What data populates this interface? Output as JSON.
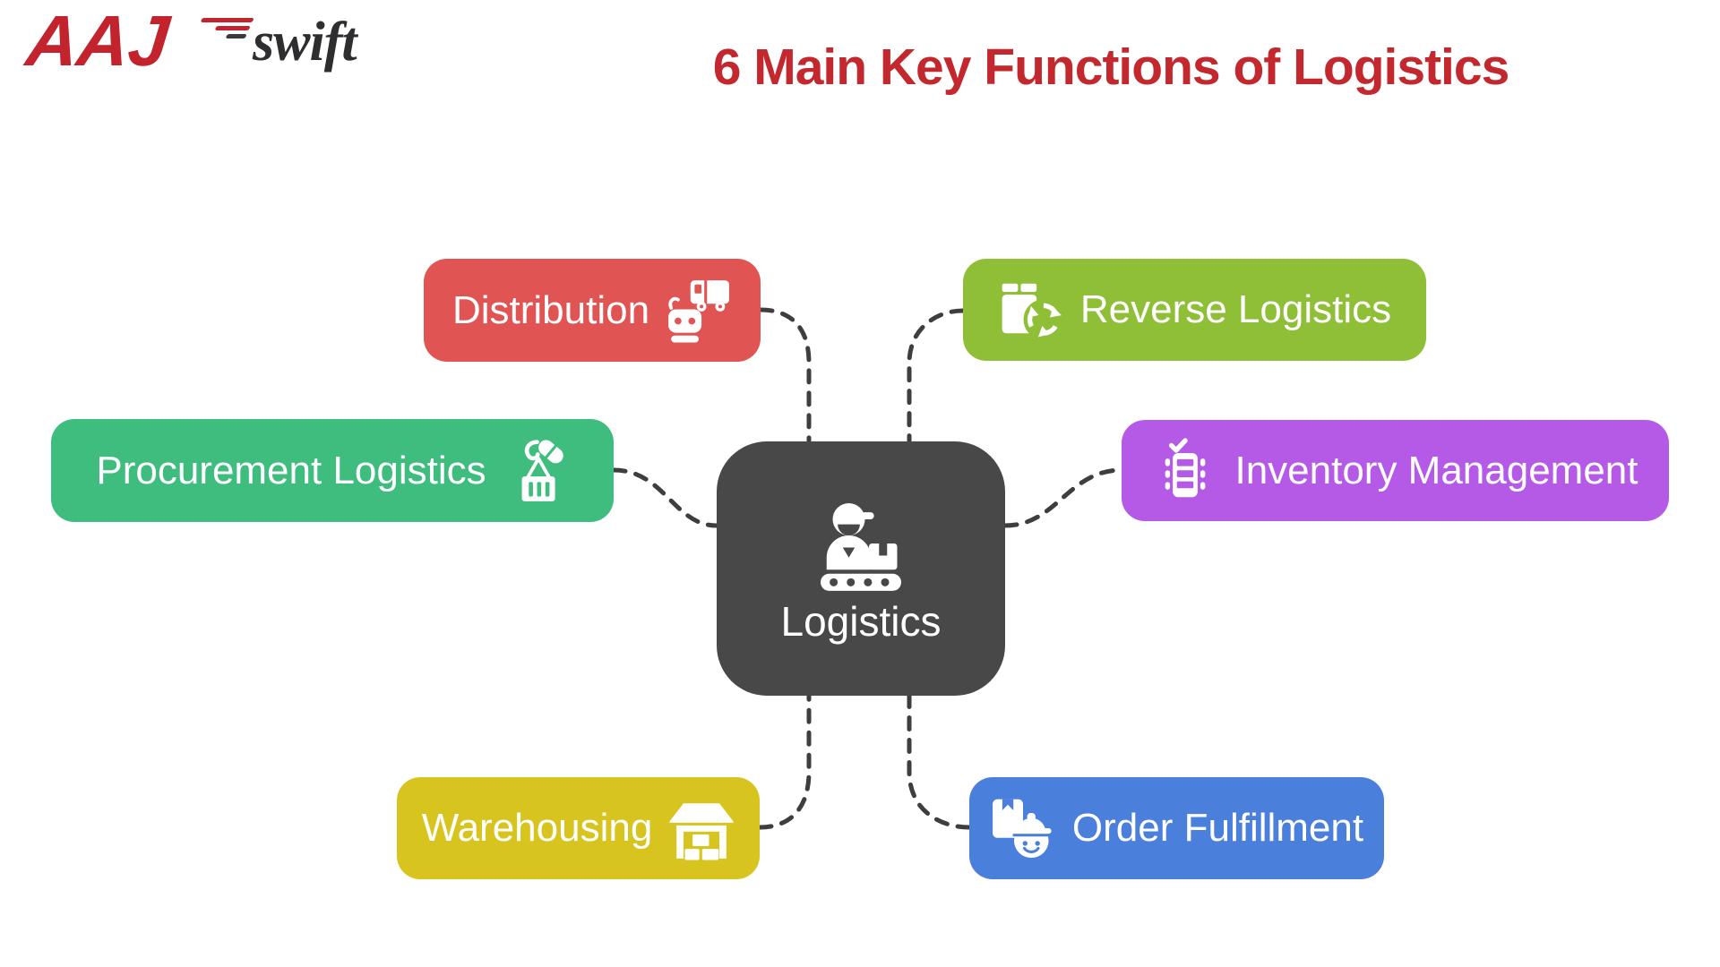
{
  "page": {
    "background": "#FFFFFF",
    "title": "6 Main Key Functions of Logistics",
    "title_color": "#C2282E"
  },
  "logo": {
    "brand": "AAJ",
    "suffix": "swift",
    "brand_color": "#C3232C",
    "suffix_color": "#2E2E31",
    "speed_lines_color": "#C3232C"
  },
  "center": {
    "label": "Logistics",
    "color": "#484848",
    "text_color": "#FFFFFF",
    "icon": "worker-conveyor-icon"
  },
  "nodes": {
    "distribution": {
      "label": "Distribution",
      "color": "#E05453",
      "icon": "delivery-truck-robot-icon"
    },
    "reverse_logistics": {
      "label": "Reverse Logistics",
      "color": "#8FBE37",
      "icon": "package-recycle-icon"
    },
    "procurement_logistics": {
      "label": "Procurement Logistics",
      "color": "#3EBD7E",
      "icon": "crane-hook-crate-icon"
    },
    "inventory_management": {
      "label": "Inventory Management",
      "color": "#B45AE7",
      "icon": "inventory-checklist-icon"
    },
    "warehousing": {
      "label": "Warehousing",
      "color": "#D7C41E",
      "icon": "warehouse-icon"
    },
    "order_fulfillment": {
      "label": "Order Fulfillment",
      "color": "#4B7FDC",
      "icon": "package-worker-icon"
    }
  },
  "connector": {
    "color": "#3E3E3E",
    "style": "dashed"
  }
}
